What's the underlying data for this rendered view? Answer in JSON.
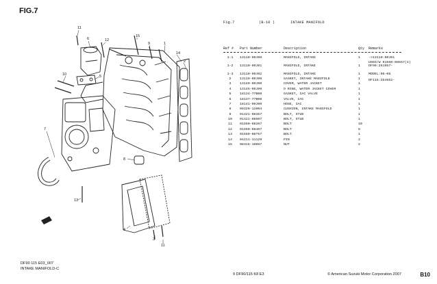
{
  "figure_label": "FIG.7",
  "header": {
    "fig": "Fig.7",
    "code": "(B-10 )",
    "title": "INTAKE MANIFOLD"
  },
  "columns": {
    "ref": "Ref #",
    "part": "Part Number",
    "desc": "Description",
    "qty": "Qty",
    "rem": "Remarks"
  },
  "rows": [
    {
      "ref": "1-1",
      "part": "13110-90J00",
      "desc": "MANIFOLD, INTAKE",
      "qty": "1",
      "rem": "->13110-90J01"
    },
    {
      "ref": "1-2",
      "part": "13110-90J01",
      "desc": "MANIFOLD, INTAKE",
      "qty": "1",
      "rem": "DF90:251957-"
    },
    {
      "ref": "1-3",
      "part": "13110-90J02",
      "desc": "MANIFOLD, INTAKE",
      "qty": "1",
      "rem": "MODEL:05-08"
    },
    {
      "ref": "2",
      "part": "13119-90J00",
      "desc": "GASKET, INTAKE MANIFOLD",
      "qty": "1",
      "rem": ""
    },
    {
      "ref": "3",
      "part": "13140-90J00",
      "desc": "COVER, WATER JACKET",
      "qty": "1",
      "rem": ""
    },
    {
      "ref": "4",
      "part": "13145-90J00",
      "desc": "O RING, WATER JACKET COVER",
      "qty": "1",
      "rem": ""
    },
    {
      "ref": "5",
      "part": "18134-77B00",
      "desc": "GASKET, IAC VALVE",
      "qty": "1",
      "rem": ""
    },
    {
      "ref": "6",
      "part": "18137-77B00",
      "desc": "VALVE, IAC",
      "qty": "1",
      "rem": ""
    },
    {
      "ref": "7",
      "part": "18141-90J00",
      "desc": "HOSE, IAC",
      "qty": "1",
      "rem": ""
    },
    {
      "ref": "8",
      "part": "09329-12004",
      "desc": "CUSHION, INTAKE MANIFOLD",
      "qty": "1",
      "rem": ""
    },
    {
      "ref": "9",
      "part": "01421-08357",
      "desc": "BOLT, STUD",
      "qty": "1",
      "rem": ""
    },
    {
      "ref": "10",
      "part": "01421-08507",
      "desc": "BOLT, STUD",
      "qty": "1",
      "rem": ""
    },
    {
      "ref": "11",
      "part": "01550-08207",
      "desc": "BOLT",
      "qty": "10",
      "rem": ""
    },
    {
      "ref": "12",
      "part": "01550-08407",
      "desc": "BOLT",
      "qty": "8",
      "rem": ""
    },
    {
      "ref": "13",
      "part": "01550-08757",
      "desc": "BOLT",
      "qty": "1",
      "rem": ""
    },
    {
      "ref": "14",
      "part": "04211-11129",
      "desc": "PIN",
      "qty": "2",
      "rem": ""
    },
    {
      "ref": "15",
      "part": "08316-10087",
      "desc": "NUT",
      "qty": "2",
      "rem": ""
    }
  ],
  "remarks_extra": {
    "line1": "USED/W 01550-08557(4)",
    "line2": "DF115:254652-"
  },
  "callouts": [
    "11",
    "6",
    "12",
    "15",
    "9",
    "1",
    "14",
    "2",
    "10",
    "5",
    "7",
    "8",
    "13",
    "4",
    "3",
    "11"
  ],
  "footer": {
    "left_line1": "DF90 115 E03_007",
    "left_line2": "INTAKE MANIFOLD-C",
    "center": "9   DF90/115  K8 E3",
    "copyright": "© American Suzuki Motor Corporation 2007",
    "page": "B10"
  }
}
